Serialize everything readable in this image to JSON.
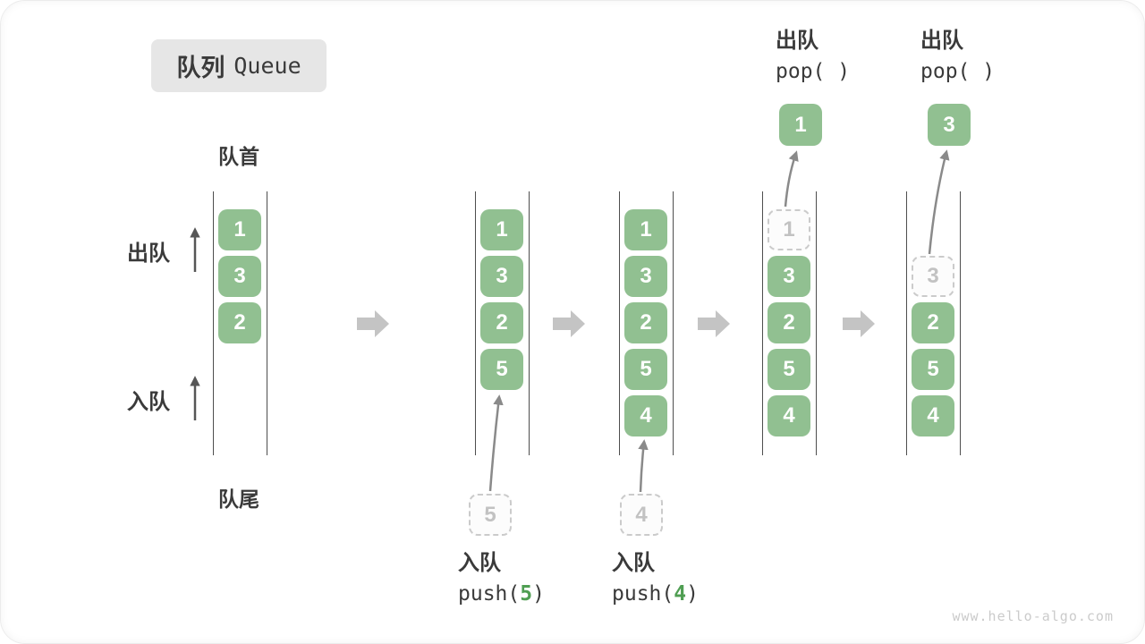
{
  "title": {
    "zh_label": "队列",
    "en_label": "Queue"
  },
  "side_labels": {
    "front": "队首",
    "rear": "队尾",
    "dequeue": "出队",
    "enqueue": "入队"
  },
  "queues": [
    {
      "name": "state-initial",
      "cells": [
        {
          "v": "1",
          "slot": 0
        },
        {
          "v": "3",
          "slot": 1
        },
        {
          "v": "2",
          "slot": 2
        }
      ]
    },
    {
      "name": "state-after-push-5",
      "cells": [
        {
          "v": "1",
          "slot": 0
        },
        {
          "v": "3",
          "slot": 1
        },
        {
          "v": "2",
          "slot": 2
        },
        {
          "v": "5",
          "slot": 3
        }
      ]
    },
    {
      "name": "state-after-push-4",
      "cells": [
        {
          "v": "1",
          "slot": 0
        },
        {
          "v": "3",
          "slot": 1
        },
        {
          "v": "2",
          "slot": 2
        },
        {
          "v": "5",
          "slot": 3
        },
        {
          "v": "4",
          "slot": 4
        }
      ]
    },
    {
      "name": "state-after-pop-1",
      "cells": [
        {
          "v": "1",
          "slot": 0,
          "dashed": true
        },
        {
          "v": "3",
          "slot": 1
        },
        {
          "v": "2",
          "slot": 2
        },
        {
          "v": "5",
          "slot": 3
        },
        {
          "v": "4",
          "slot": 4
        }
      ]
    },
    {
      "name": "state-after-pop-3",
      "cells": [
        {
          "v": "3",
          "slot": 1,
          "dashed": true
        },
        {
          "v": "2",
          "slot": 2
        },
        {
          "v": "5",
          "slot": 3
        },
        {
          "v": "4",
          "slot": 4
        }
      ]
    }
  ],
  "push_ops": [
    {
      "zh": "入队",
      "fn": "push(",
      "arg": "5",
      "close": ")",
      "staged": "5"
    },
    {
      "zh": "入队",
      "fn": "push(",
      "arg": "4",
      "close": ")",
      "staged": "4"
    }
  ],
  "pop_ops": [
    {
      "zh": "出队",
      "code": "pop( )",
      "result": "1"
    },
    {
      "zh": "出队",
      "code": "pop( )",
      "result": "3"
    }
  ],
  "watermark": "www.hello-algo.com",
  "colors": {
    "green_cell": "#91C091",
    "green_accent": "#4F9E52",
    "text_dark": "#3A3A3A",
    "dashed_gray": "#CBCBCB",
    "rail_gray": "#4E4E4E",
    "block_arrow_gray": "#C4C4C4",
    "thin_arrow_gray": "#8A8A8A",
    "title_bg": "#E6E6E6",
    "watermark_gray": "#CBCBCB"
  }
}
